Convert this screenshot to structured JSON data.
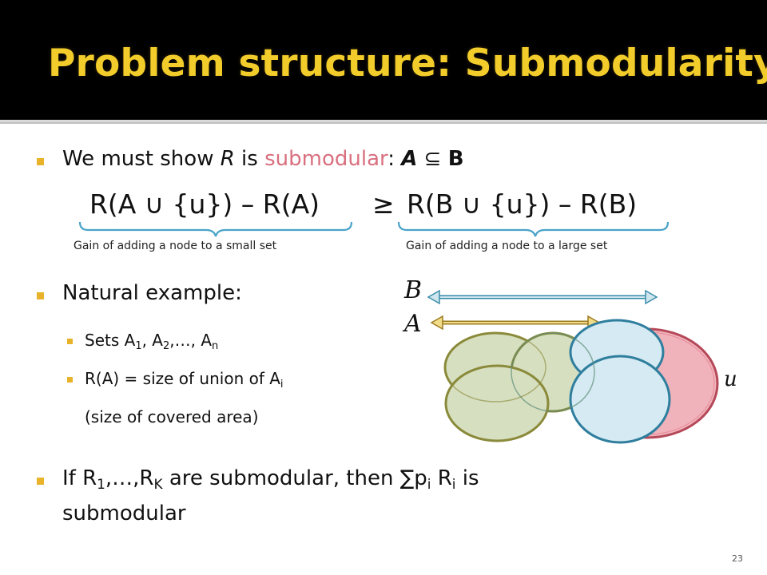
{
  "slide": {
    "title": "Problem structure: Submodularity",
    "page_number": "23"
  },
  "bullets": {
    "b1": {
      "prefix": "We must show ",
      "r": "R",
      "mid": " is ",
      "submodular": "submodular",
      "colon": ": ",
      "A": "A",
      "subset": "⊆",
      "B": "B"
    },
    "equation": {
      "lhs": "R(A ∪ {u}) – R(A)",
      "op": "≥",
      "rhs": "R(B ∪ {u}) – R(B)"
    },
    "brace_left_label": "Gain of adding a node to a small set",
    "brace_right_label": "Gain of adding a node to a large set",
    "b2": "Natural example:",
    "b2a": {
      "prefix": "Sets A",
      "s1": "1",
      "c1": ", A",
      "s2": "2",
      "c2": ",…, A",
      "sn": "n"
    },
    "b2b": {
      "prefix": "R(A) = size of union of A",
      "si": "i"
    },
    "b2c": "(size of covered area)",
    "b3": {
      "p1": "If R",
      "s1": "1",
      "p2": ",…,R",
      "sK": "K",
      "p3": " are submodular, then ∑p",
      "si1": "i",
      "p4": " R",
      "si2": "i",
      "p5": " is",
      "line2": "submodular"
    }
  },
  "diagram": {
    "label_B": "B",
    "label_A": "A",
    "label_u": "u"
  },
  "colors": {
    "title": "#f2cc2a",
    "bullet": "#e8b32a",
    "highlight_pink": "#d9707f",
    "brace": "#4aa3c8",
    "green_fill": "#d6dfc0",
    "blue_fill": "#d5eaf2",
    "pink_fill": "#f0b3bb"
  }
}
